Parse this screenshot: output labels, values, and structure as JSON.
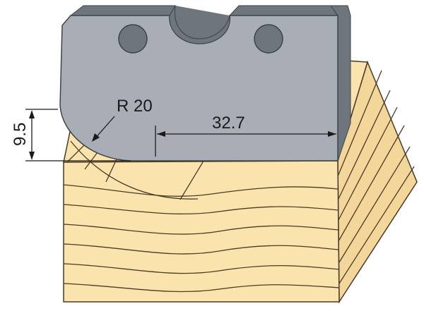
{
  "dimensions": {
    "radius_label": "R 20",
    "width_label": "32.7",
    "height_label": "9.5"
  },
  "colors": {
    "blade_face": "#a9aeb6",
    "blade_edge": "#6f757d",
    "wood_face": "#fbe3ad",
    "wood_side": "#f3d79a",
    "grain_line": "#4a3a28",
    "dimension_line": "#1a1a1a"
  }
}
